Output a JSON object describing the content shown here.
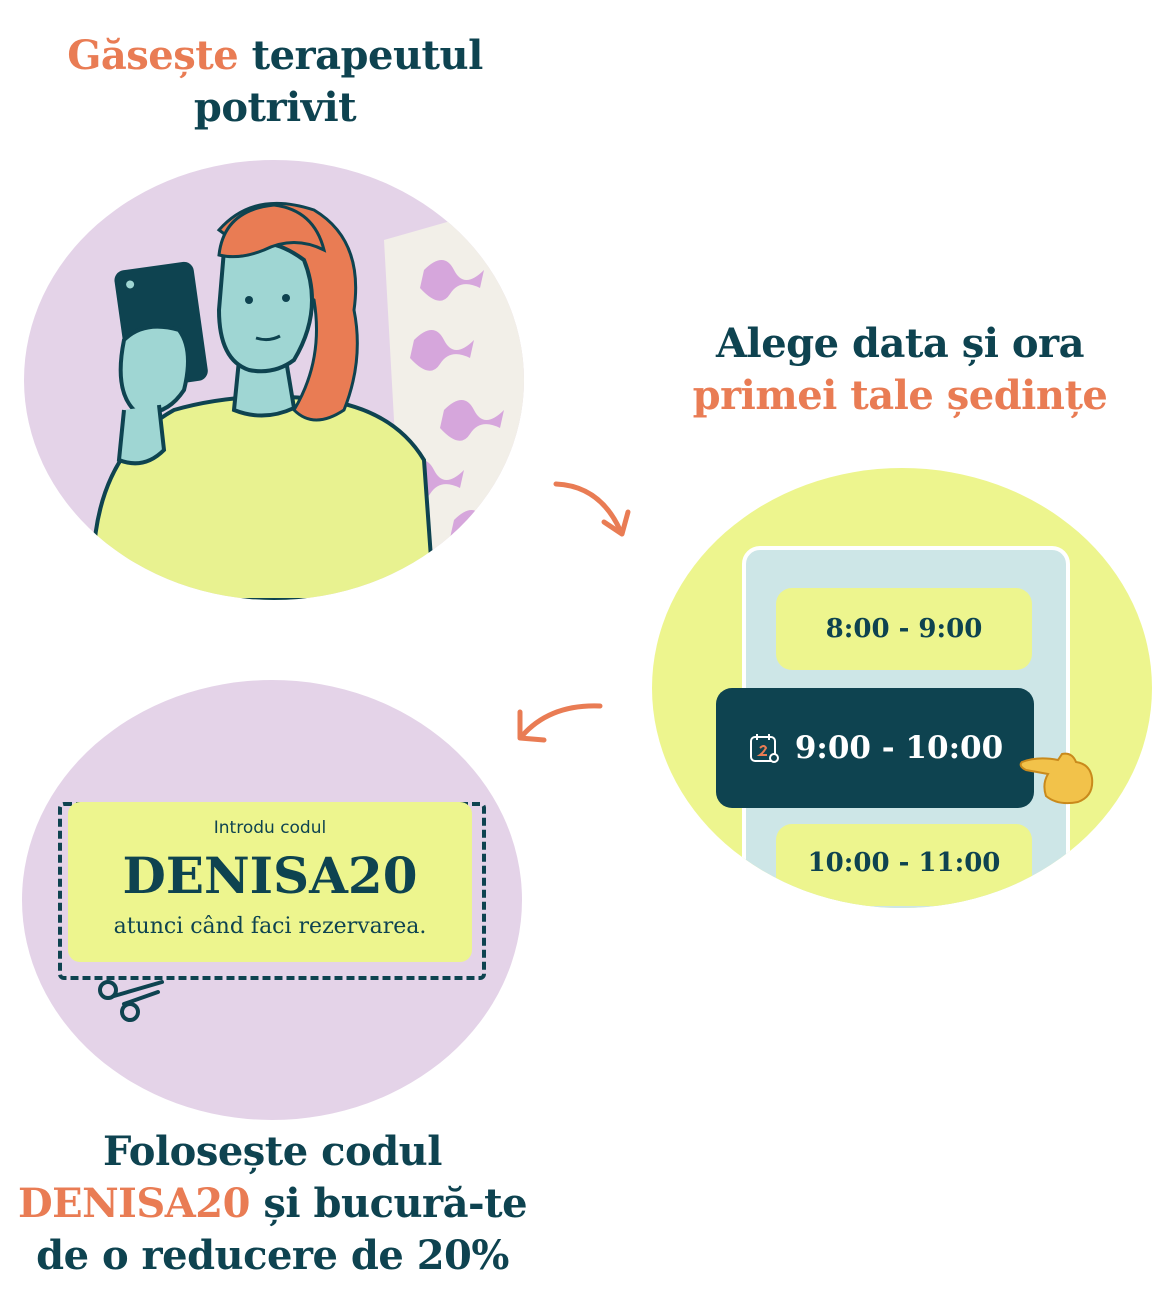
{
  "step1": {
    "title_accent": "Găsește",
    "title_rest_line1": " terapeutul",
    "title_line2": "potrivit"
  },
  "step2": {
    "title_line1": "Alege data și ora",
    "title_line2_accent": "primei tale ședințe",
    "slots": [
      "8:00 - 9:00",
      "9:00 - 10:00",
      "10:00 - 11:00"
    ]
  },
  "step3": {
    "title_line1": "Folosește codul",
    "title_line2_accent": "DENISA20",
    "title_line2_rest": " și bucură-te",
    "title_line3": "de o reducere de 20%",
    "coupon": {
      "intro": "Introdu codul",
      "code": "DENISA20",
      "note": "atunci când faci rezervarea."
    }
  },
  "colors": {
    "navy": "#0e4350",
    "orange": "#e97c54",
    "lilac": "#e4d3e8",
    "lime": "#edf58e",
    "mint": "#cde6e7"
  },
  "icons": [
    "calendar-icon",
    "pointing-hand-icon",
    "scissors-icon",
    "curved-arrow-icon"
  ]
}
